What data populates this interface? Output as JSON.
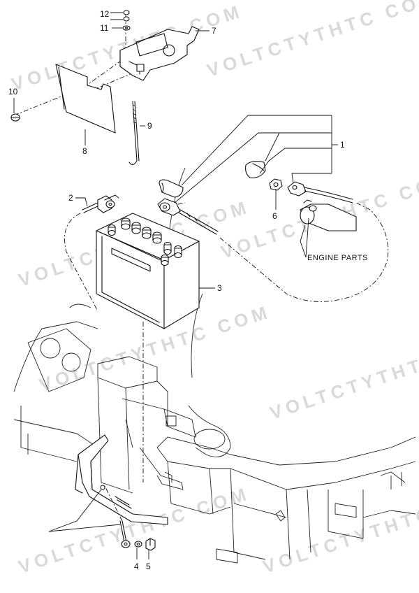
{
  "callouts": {
    "c1": "1",
    "c2": "2",
    "c3": "3",
    "c4": "4",
    "c5": "5",
    "c6": "6",
    "c7": "7",
    "c8": "8",
    "c9": "9",
    "c10": "10",
    "c11": "11",
    "c12": "12"
  },
  "labels": {
    "engine_parts": "ENGINE PARTS"
  },
  "watermark": "VOLTCTYTHTC COM"
}
